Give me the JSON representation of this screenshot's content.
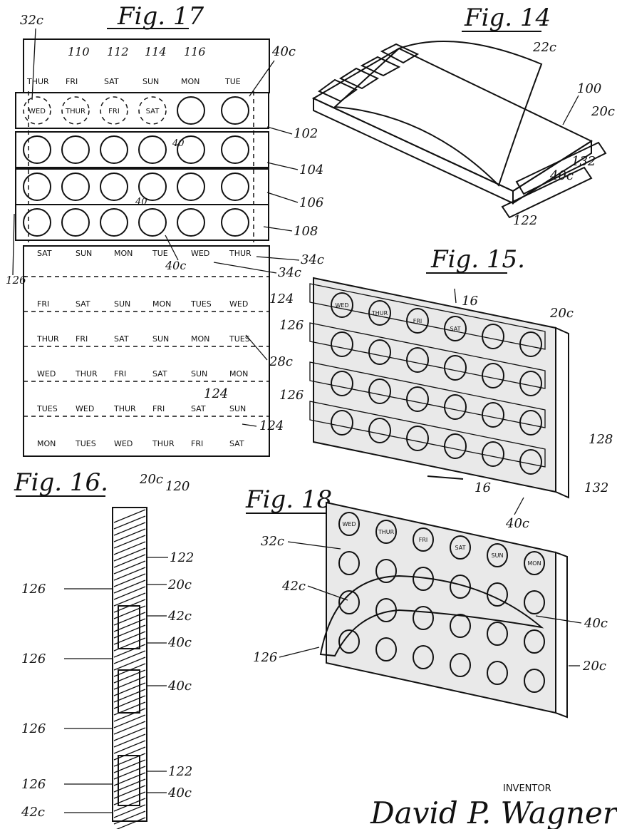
{
  "figures": {
    "fig17": "Fig. 17",
    "fig14": "Fig. 14",
    "fig15": "Fig. 15.",
    "fig16": "Fig. 16.",
    "fig18": "Fig. 18."
  },
  "fig17": {
    "top_days": [
      "THUR",
      "FRI",
      "SAT",
      "SUN",
      "MON",
      "TUE"
    ],
    "cap_labels": [
      "WED",
      "THUR",
      "FRI",
      "SAT"
    ],
    "refs": {
      "r32c": "32c",
      "r110": "110",
      "r112": "112",
      "r114": "114",
      "r116": "116",
      "r40c_a": "40c",
      "r102": "102",
      "r104": "104",
      "r106": "106",
      "r108": "108",
      "r126": "126",
      "r40c_b": "40c",
      "r40_a": "40",
      "r40_b": "40",
      "r34c_a": "34c",
      "r34c_b": "34c",
      "r124_a": "124",
      "r28c": "28c",
      "r124_b": "124",
      "r124_c": "124"
    },
    "sheet_rows": [
      [
        "SAT",
        "SUN",
        "MON",
        "TUE",
        "WED",
        "THUR"
      ],
      [
        "FRI",
        "SAT",
        "SUN",
        "MON",
        "TUES",
        "WED"
      ],
      [
        "THUR",
        "FRI",
        "SAT",
        "SUN",
        "MON",
        "TUES"
      ],
      [
        "WED",
        "THUR",
        "FRI",
        "SAT",
        "SUN",
        "MON"
      ],
      [
        "TUES",
        "WED",
        "THUR",
        "FRI",
        "SAT",
        "SUN"
      ],
      [
        "MON",
        "TUES",
        "WED",
        "THUR",
        "FRI",
        "SAT"
      ]
    ]
  },
  "fig14": {
    "refs": {
      "r22c": "22c",
      "r100": "100",
      "r20c": "20c",
      "r132": "132",
      "r40c": "40c",
      "r122": "122"
    }
  },
  "fig15": {
    "cap_labels": [
      "WED",
      "THUR",
      "FRI",
      "SAT"
    ],
    "refs": {
      "r16a": "16",
      "r20c": "20c",
      "r126a": "126",
      "r126b": "126",
      "r128": "128",
      "r132": "132",
      "r16b": "16",
      "r40c": "40c"
    }
  },
  "fig16": {
    "refs": {
      "r20c_a": "20c",
      "r120": "120",
      "r122_a": "122",
      "r126_a": "126",
      "r20c_b": "20c",
      "r42c_a": "42c",
      "r126_b": "126",
      "r40c_a": "40c",
      "r40c_b": "40c",
      "r126_c": "126",
      "r122_b": "122",
      "r126_d": "126",
      "r40c_c": "40c",
      "r42c_b": "42c"
    }
  },
  "fig18": {
    "cap_labels": [
      "WED",
      "THUR",
      "FRI",
      "SAT",
      "SUN",
      "MON"
    ],
    "refs": {
      "r32c": "32c",
      "r42c": "42c",
      "r40c": "40c",
      "r126": "126",
      "r20c": "20c"
    }
  },
  "inventor": {
    "label": "INVENTOR",
    "name": "David P. Wagner"
  }
}
